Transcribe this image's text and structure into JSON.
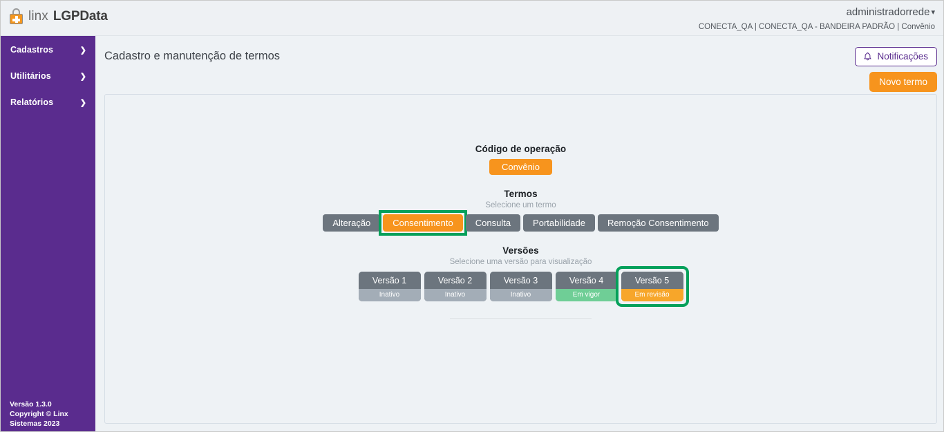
{
  "brand": {
    "icon": "padlock-icon",
    "linx": "linx",
    "product": "LGPData"
  },
  "topbar": {
    "user_name": "administradorrede",
    "user_caret": "⌄",
    "context": "CONECTA_QA | CONECTA_QA - BANDEIRA PADRÃO | Convênio"
  },
  "sidebar": {
    "items": [
      {
        "label": "Cadastros",
        "chevron": "❯"
      },
      {
        "label": "Utilitários",
        "chevron": "❯"
      },
      {
        "label": "Relatórios",
        "chevron": "❯"
      }
    ],
    "footer_line1": "Versão 1.3.0",
    "footer_line2": "Copyright © Linx",
    "footer_line3": "Sistemas 2023"
  },
  "header": {
    "page_title": "Cadastro e manutenção de termos",
    "notifications_label": "Notificações",
    "new_term_label": "Novo termo"
  },
  "content": {
    "operation": {
      "title": "Código de operação",
      "value": "Convênio"
    },
    "terms": {
      "title": "Termos",
      "subtitle": "Selecione um termo",
      "items": [
        {
          "label": "Alteração",
          "selected": false,
          "highlighted": false
        },
        {
          "label": "Consentimento",
          "selected": true,
          "highlighted": true
        },
        {
          "label": "Consulta",
          "selected": false,
          "highlighted": false
        },
        {
          "label": "Portabilidade",
          "selected": false,
          "highlighted": false
        },
        {
          "label": "Remoção Consentimento",
          "selected": false,
          "highlighted": false
        }
      ]
    },
    "versions": {
      "title": "Versões",
      "subtitle": "Selecione uma versão para visualização",
      "items": [
        {
          "label": "Versão 1",
          "status": "Inativo",
          "status_kind": "inativo",
          "highlighted": false
        },
        {
          "label": "Versão 2",
          "status": "Inativo",
          "status_kind": "inativo",
          "highlighted": false
        },
        {
          "label": "Versão 3",
          "status": "Inativo",
          "status_kind": "inativo",
          "highlighted": false
        },
        {
          "label": "Versão 4",
          "status": "Em vigor",
          "status_kind": "vigor",
          "highlighted": false
        },
        {
          "label": "Versão 5",
          "status": "Em revisão",
          "status_kind": "revisao",
          "highlighted": true
        }
      ]
    }
  },
  "colors": {
    "sidebar_purple": "#5a2c8e",
    "accent_orange": "#f7941d",
    "slate_gray": "#6c757e",
    "status_inactive": "#a3adb7",
    "status_active_green": "#6fce96",
    "status_review_orange": "#f7a62a",
    "highlight_green": "#05a05a",
    "page_bg": "#eef2f5"
  }
}
